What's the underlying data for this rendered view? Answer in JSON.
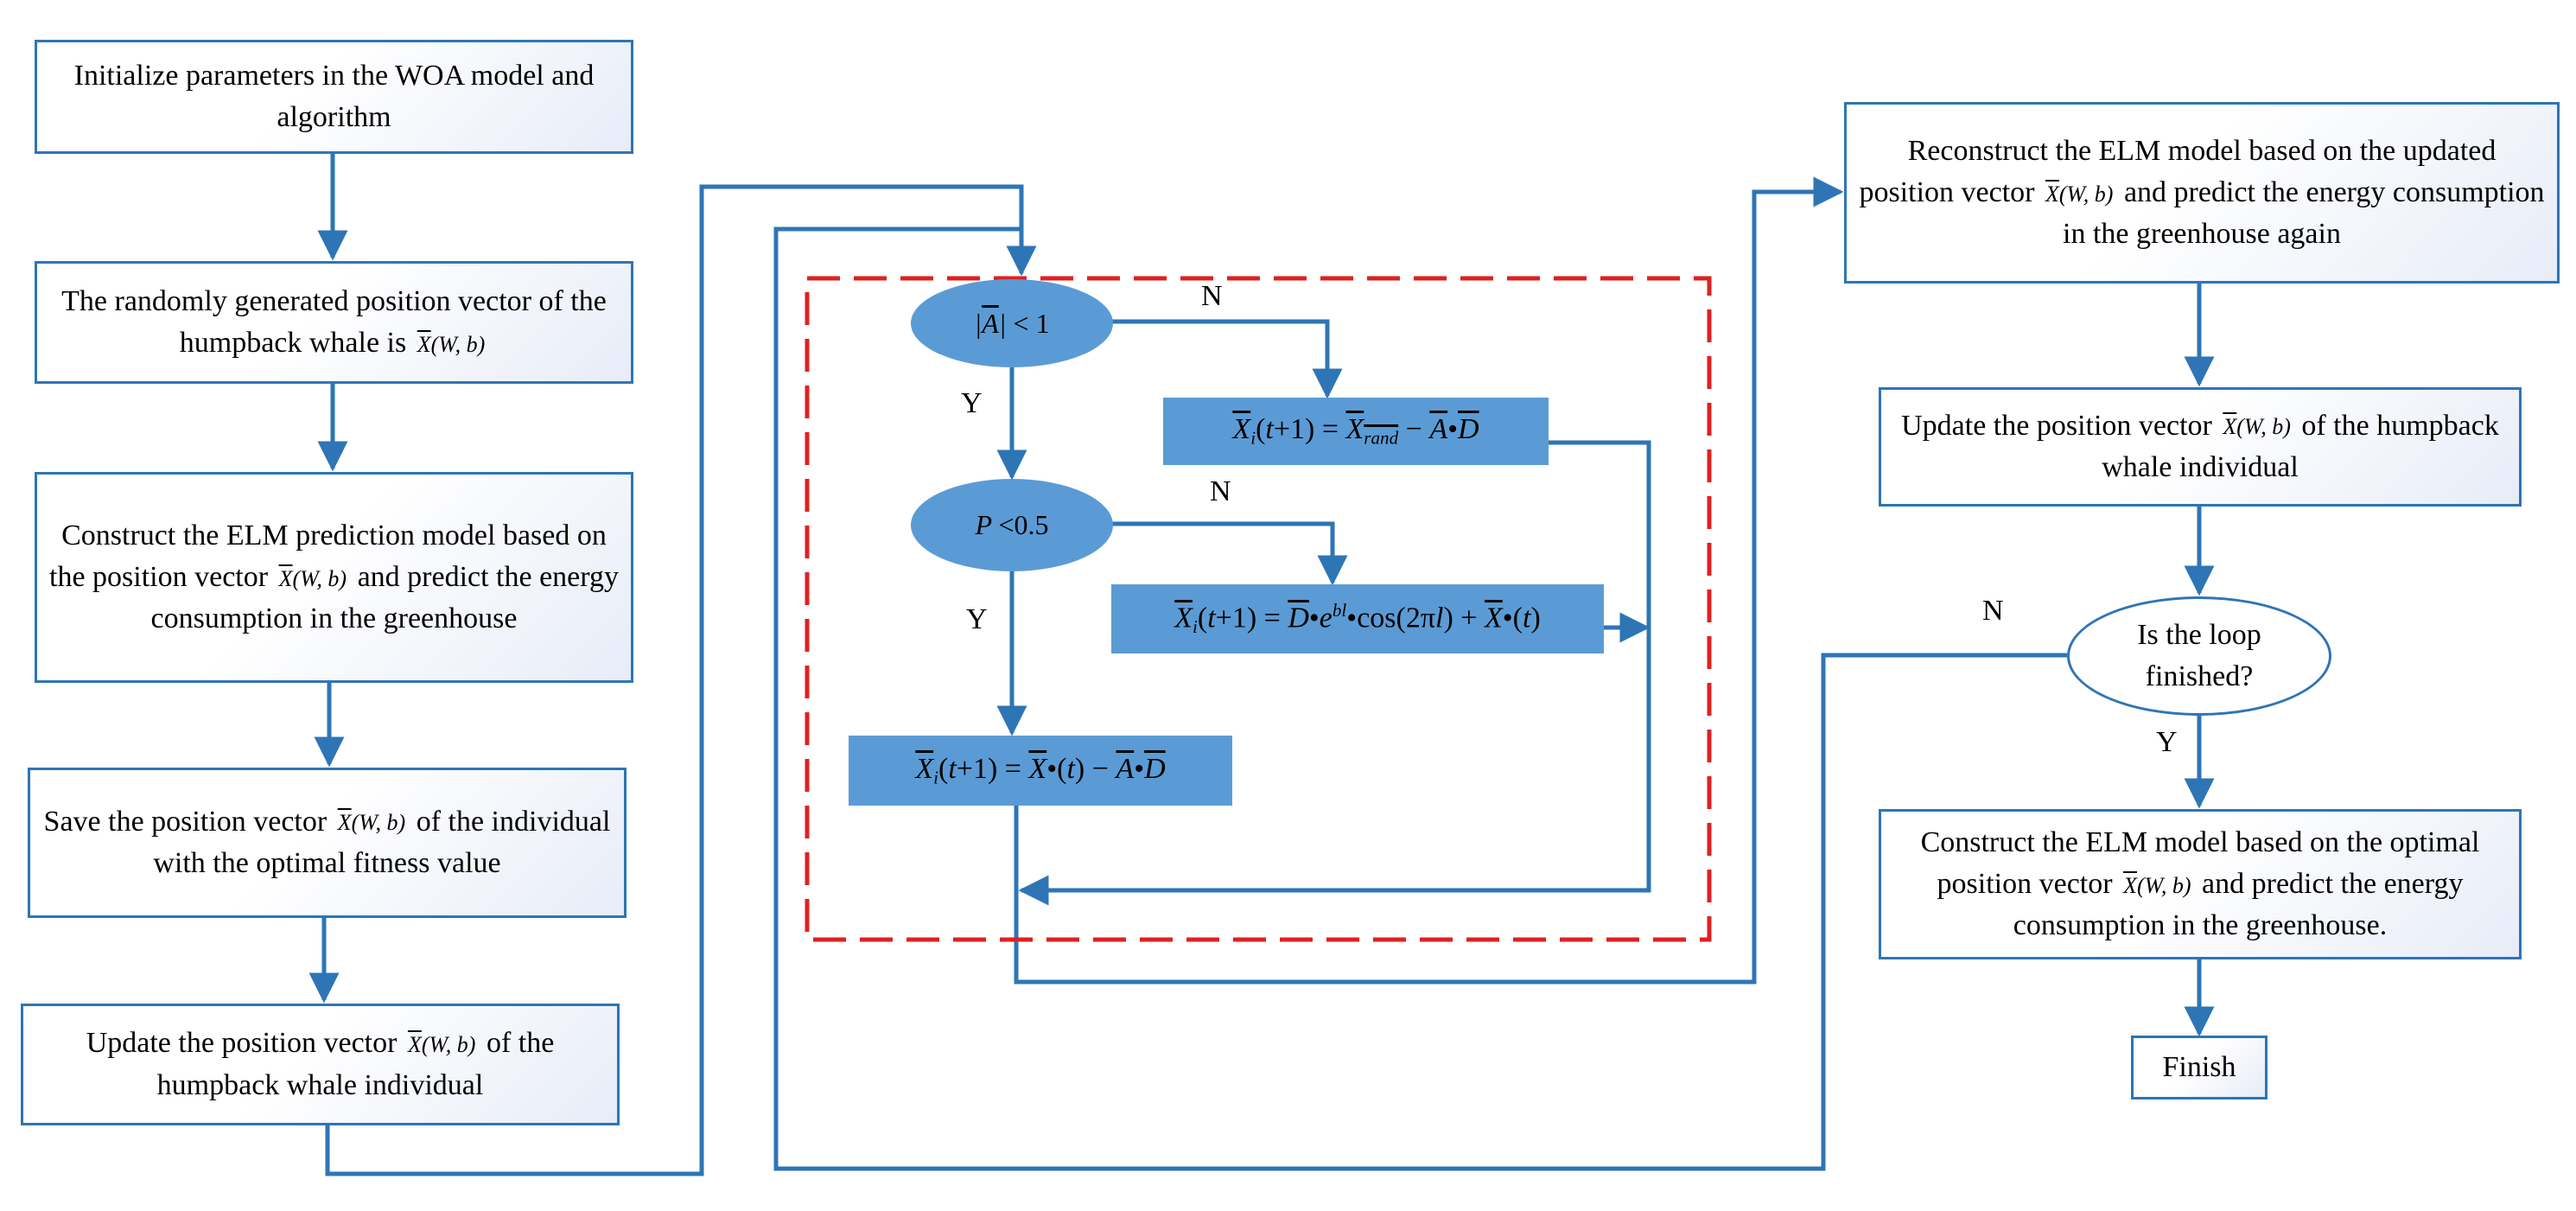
{
  "colors": {
    "box_border": "#2e75b6",
    "box_fill": "#ffffff",
    "formula_fill": "#5b9bd5",
    "connector": "#2e75b6",
    "dashed_frame": "#e02020"
  },
  "steps": {
    "init": "Initialize parameters in the WOA model and algorithm",
    "random_pos": "The randomly generated position vector of the humpback whale is",
    "construct_elm": "Construct the ELM prediction model based on the position vector",
    "construct_elm_tail": "and predict the energy consumption in the greenhouse",
    "save_pos": "Save the position vector",
    "save_pos_tail": "of the individual with the optimal fitness value",
    "update_pos_left": "Update the position vector",
    "update_pos_left_tail": "of the humpback whale individual",
    "reconstruct": "Reconstruct the ELM model based on the updated position vector",
    "reconstruct_tail": "and predict the energy consumption in the greenhouse again",
    "update_pos_right": "Update the position vector",
    "update_pos_right_tail": "of the humpback whale individual",
    "loop_check": "Is the loop finished?",
    "final_construct": "Construct the ELM model based on the optimal position vector",
    "final_construct_tail": "and predict the energy consumption in the greenhouse.",
    "finish": "Finish"
  },
  "math": {
    "position_vector": "X(W, b)",
    "cond_a": "|A| < 1",
    "cond_p": "P < 0.5",
    "eq_random": "Xi(t+1) = Xrand − A•D",
    "eq_spiral": "Xi(t+1) = D•e^bl•cos(2πl) + X•(t)",
    "eq_shrink": "Xi(t+1) = X•(t) − A•D"
  },
  "labels": {
    "n1": "N",
    "y1": "Y",
    "n2": "N",
    "y2": "Y",
    "n3": "N",
    "y3": "Y"
  }
}
